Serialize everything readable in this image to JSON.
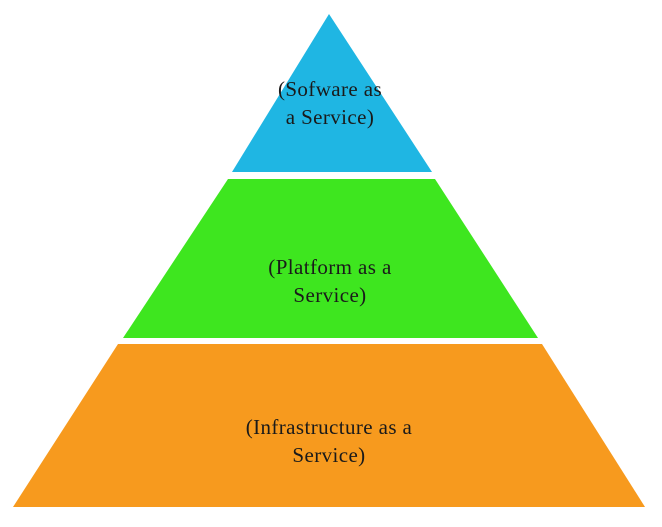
{
  "pyramid": {
    "tiers": [
      {
        "line1": "(Sofware as",
        "line2": "a Service)",
        "color": "#1fb6e3"
      },
      {
        "line1": "(Platform as a",
        "line2": "Service)",
        "color": "#3ee61f"
      },
      {
        "line1": "(Infrastructure as a",
        "line2": "Service)",
        "color": "#f79a1e"
      }
    ]
  }
}
